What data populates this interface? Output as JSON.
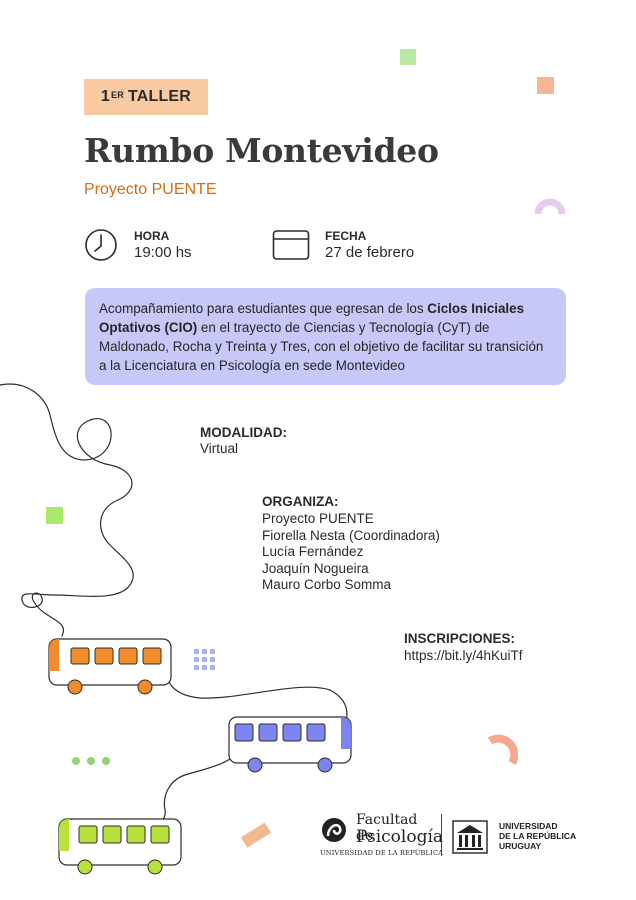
{
  "badge": {
    "number": "1",
    "superscript": "ER",
    "label": "TALLER"
  },
  "title": "Rumbo Montevideo",
  "subtitle": "Proyecto PUENTE",
  "hora": {
    "label": "HORA",
    "value": "19:00 hs",
    "icon": "clock-icon"
  },
  "fecha": {
    "label": "FECHA",
    "value": "27 de febrero",
    "icon": "calendar-icon"
  },
  "description": {
    "part1": "Acompañamiento para estudiantes que egresan de los ",
    "bold": "Ciclos Iniciales Optativos (CIO)",
    "part2": " en el trayecto de Ciencias y Tecnología (CyT) de Maldonado, Rocha y Treinta y Tres, con el objetivo de facilitar su transición a la Licenciatura en Psicología en sede Montevideo"
  },
  "modalidad": {
    "label": "MODALIDAD:",
    "value": "Virtual"
  },
  "organiza": {
    "label": "ORGANIZA:",
    "items": [
      "Proyecto PUENTE",
      "Fiorella Nesta (Coordinadora)",
      "Lucía Fernández",
      "Joaquín Nogueira",
      "Mauro Corbo Somma"
    ]
  },
  "inscripciones": {
    "label": "INSCRIPCIONES:",
    "url": "https://bit.ly/4hKuiTf"
  },
  "logos": {
    "facultad_line1": "Facultad de",
    "facultad_line2": "Psicología",
    "facultad_sub": "UNIVERSIDAD DE LA REPÚBLICA",
    "udelar_line1": "UNIVERSIDAD",
    "udelar_line2": "DE LA REPÚBLICA",
    "udelar_line3": "URUGUAY"
  },
  "colors": {
    "orange": "#f28a2e",
    "peach": "#f9c9a1",
    "lavender": "#c7c8f8",
    "blue": "#7c85ef",
    "green": "#a9e96b",
    "lime": "#b7e23c",
    "title_orange": "#d86b12"
  }
}
